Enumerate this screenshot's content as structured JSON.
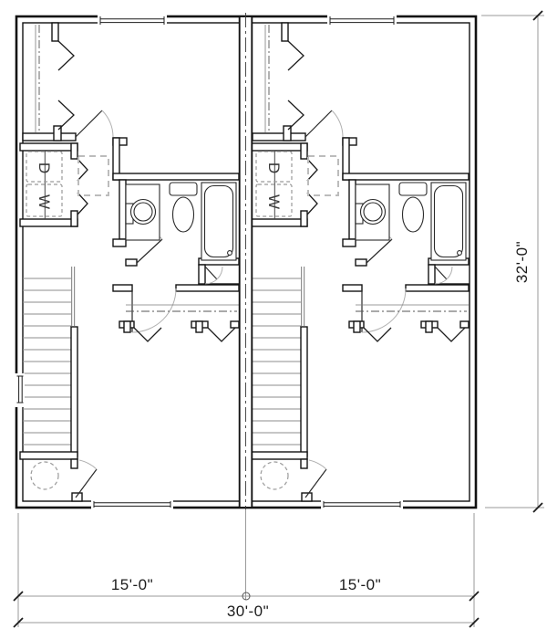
{
  "drawing": {
    "type": "floor-plan",
    "description": "Duplex floor plan with two identical side-by-side units, stairs, two bedrooms with closets, bathroom, stacked washer-dryer and water heater per unit"
  },
  "dimensions": {
    "left_unit_width": "15'-0\"",
    "right_unit_width": "15'-0\"",
    "total_width": "30'-0\"",
    "total_depth": "32'-0\""
  },
  "labels": {
    "dryer": "D",
    "washer": "W"
  },
  "colors": {
    "line": "#141414",
    "swing_gray": "#b0b0b0",
    "background": "#ffffff"
  }
}
